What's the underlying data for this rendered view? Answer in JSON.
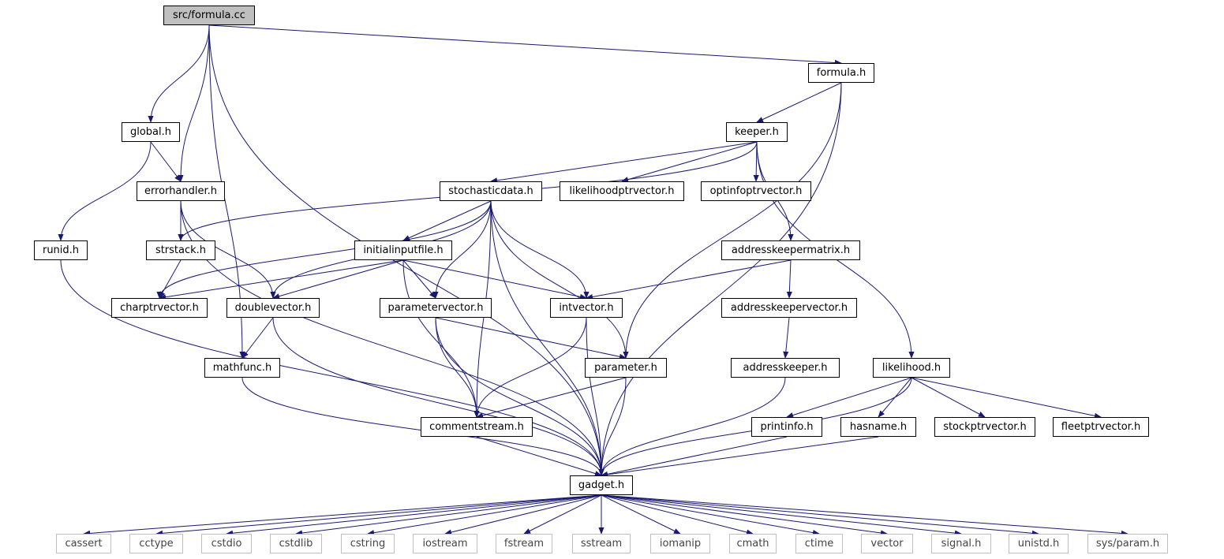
{
  "graph": {
    "edge_color": "#191970",
    "root_fill": "#bfbfbf",
    "system_border": "#bfbfbf",
    "nodes": [
      {
        "id": "formula_cc",
        "label": "src/formula.cc",
        "kind": "root"
      },
      {
        "id": "formula_h",
        "label": "formula.h",
        "kind": "file"
      },
      {
        "id": "global_h",
        "label": "global.h",
        "kind": "file"
      },
      {
        "id": "keeper_h",
        "label": "keeper.h",
        "kind": "file"
      },
      {
        "id": "errorhandler_h",
        "label": "errorhandler.h",
        "kind": "file"
      },
      {
        "id": "stochasticdata_h",
        "label": "stochasticdata.h",
        "kind": "file"
      },
      {
        "id": "likelihoodptrvector_h",
        "label": "likelihoodptrvector.h",
        "kind": "file"
      },
      {
        "id": "optinfoptrvector_h",
        "label": "optinfoptrvector.h",
        "kind": "file"
      },
      {
        "id": "runid_h",
        "label": "runid.h",
        "kind": "file"
      },
      {
        "id": "strstack_h",
        "label": "strstack.h",
        "kind": "file"
      },
      {
        "id": "initialinputfile_h",
        "label": "initialinputfile.h",
        "kind": "file"
      },
      {
        "id": "addresskeepermatrix_h",
        "label": "addresskeepermatrix.h",
        "kind": "file"
      },
      {
        "id": "charptrvector_h",
        "label": "charptrvector.h",
        "kind": "file"
      },
      {
        "id": "doublevector_h",
        "label": "doublevector.h",
        "kind": "file"
      },
      {
        "id": "parametervector_h",
        "label": "parametervector.h",
        "kind": "file"
      },
      {
        "id": "intvector_h",
        "label": "intvector.h",
        "kind": "file"
      },
      {
        "id": "addresskeepervector_h",
        "label": "addresskeepervector.h",
        "kind": "file"
      },
      {
        "id": "mathfunc_h",
        "label": "mathfunc.h",
        "kind": "file"
      },
      {
        "id": "parameter_h",
        "label": "parameter.h",
        "kind": "file"
      },
      {
        "id": "addresskeeper_h",
        "label": "addresskeeper.h",
        "kind": "file"
      },
      {
        "id": "likelihood_h",
        "label": "likelihood.h",
        "kind": "file"
      },
      {
        "id": "commentstream_h",
        "label": "commentstream.h",
        "kind": "file"
      },
      {
        "id": "printinfo_h",
        "label": "printinfo.h",
        "kind": "file"
      },
      {
        "id": "hasname_h",
        "label": "hasname.h",
        "kind": "file"
      },
      {
        "id": "stockptrvector_h",
        "label": "stockptrvector.h",
        "kind": "file"
      },
      {
        "id": "fleetptrvector_h",
        "label": "fleetptrvector.h",
        "kind": "file"
      },
      {
        "id": "gadget_h",
        "label": "gadget.h",
        "kind": "file"
      },
      {
        "id": "cassert",
        "label": "cassert",
        "kind": "system"
      },
      {
        "id": "cctype",
        "label": "cctype",
        "kind": "system"
      },
      {
        "id": "cstdio",
        "label": "cstdio",
        "kind": "system"
      },
      {
        "id": "cstdlib",
        "label": "cstdlib",
        "kind": "system"
      },
      {
        "id": "cstring",
        "label": "cstring",
        "kind": "system"
      },
      {
        "id": "iostream",
        "label": "iostream",
        "kind": "system"
      },
      {
        "id": "fstream",
        "label": "fstream",
        "kind": "system"
      },
      {
        "id": "sstream",
        "label": "sstream",
        "kind": "system"
      },
      {
        "id": "iomanip",
        "label": "iomanip",
        "kind": "system"
      },
      {
        "id": "cmath",
        "label": "cmath",
        "kind": "system"
      },
      {
        "id": "ctime",
        "label": "ctime",
        "kind": "system"
      },
      {
        "id": "vector",
        "label": "vector",
        "kind": "system"
      },
      {
        "id": "signal_h",
        "label": "signal.h",
        "kind": "system"
      },
      {
        "id": "unistd_h",
        "label": "unistd.h",
        "kind": "system"
      },
      {
        "id": "sys_param_h",
        "label": "sys/param.h",
        "kind": "system"
      }
    ],
    "edges": [
      [
        "formula_cc",
        "formula_h"
      ],
      [
        "formula_cc",
        "global_h"
      ],
      [
        "formula_cc",
        "errorhandler_h"
      ],
      [
        "formula_cc",
        "mathfunc_h"
      ],
      [
        "formula_cc",
        "gadget_h"
      ],
      [
        "formula_h",
        "keeper_h"
      ],
      [
        "formula_h",
        "parameter_h"
      ],
      [
        "formula_h",
        "gadget_h"
      ],
      [
        "global_h",
        "errorhandler_h"
      ],
      [
        "global_h",
        "runid_h"
      ],
      [
        "keeper_h",
        "stochasticdata_h"
      ],
      [
        "keeper_h",
        "likelihoodptrvector_h"
      ],
      [
        "keeper_h",
        "optinfoptrvector_h"
      ],
      [
        "keeper_h",
        "strstack_h"
      ],
      [
        "keeper_h",
        "addresskeepermatrix_h"
      ],
      [
        "keeper_h",
        "likelihood_h"
      ],
      [
        "errorhandler_h",
        "strstack_h"
      ],
      [
        "errorhandler_h",
        "doublevector_h"
      ],
      [
        "errorhandler_h",
        "gadget_h"
      ],
      [
        "stochasticdata_h",
        "initialinputfile_h"
      ],
      [
        "stochasticdata_h",
        "charptrvector_h"
      ],
      [
        "stochasticdata_h",
        "doublevector_h"
      ],
      [
        "stochasticdata_h",
        "parametervector_h"
      ],
      [
        "stochasticdata_h",
        "intvector_h"
      ],
      [
        "stochasticdata_h",
        "commentstream_h"
      ],
      [
        "stochasticdata_h",
        "parameter_h"
      ],
      [
        "stochasticdata_h",
        "gadget_h"
      ],
      [
        "runid_h",
        "gadget_h"
      ],
      [
        "strstack_h",
        "charptrvector_h"
      ],
      [
        "initialinputfile_h",
        "charptrvector_h"
      ],
      [
        "initialinputfile_h",
        "doublevector_h"
      ],
      [
        "initialinputfile_h",
        "parametervector_h"
      ],
      [
        "initialinputfile_h",
        "intvector_h"
      ],
      [
        "initialinputfile_h",
        "commentstream_h"
      ],
      [
        "addresskeepermatrix_h",
        "intvector_h"
      ],
      [
        "addresskeepermatrix_h",
        "addresskeepervector_h"
      ],
      [
        "doublevector_h",
        "mathfunc_h"
      ],
      [
        "doublevector_h",
        "gadget_h"
      ],
      [
        "parametervector_h",
        "parameter_h"
      ],
      [
        "parametervector_h",
        "commentstream_h"
      ],
      [
        "parametervector_h",
        "gadget_h"
      ],
      [
        "intvector_h",
        "commentstream_h"
      ],
      [
        "intvector_h",
        "gadget_h"
      ],
      [
        "addresskeepervector_h",
        "addresskeeper_h"
      ],
      [
        "mathfunc_h",
        "gadget_h"
      ],
      [
        "parameter_h",
        "commentstream_h"
      ],
      [
        "parameter_h",
        "gadget_h"
      ],
      [
        "addresskeeper_h",
        "gadget_h"
      ],
      [
        "likelihood_h",
        "printinfo_h"
      ],
      [
        "likelihood_h",
        "hasname_h"
      ],
      [
        "likelihood_h",
        "stockptrvector_h"
      ],
      [
        "likelihood_h",
        "fleetptrvector_h"
      ],
      [
        "likelihood_h",
        "gadget_h"
      ],
      [
        "commentstream_h",
        "gadget_h"
      ],
      [
        "printinfo_h",
        "gadget_h"
      ],
      [
        "hasname_h",
        "gadget_h"
      ],
      [
        "gadget_h",
        "cassert"
      ],
      [
        "gadget_h",
        "cctype"
      ],
      [
        "gadget_h",
        "cstdio"
      ],
      [
        "gadget_h",
        "cstdlib"
      ],
      [
        "gadget_h",
        "cstring"
      ],
      [
        "gadget_h",
        "iostream"
      ],
      [
        "gadget_h",
        "fstream"
      ],
      [
        "gadget_h",
        "sstream"
      ],
      [
        "gadget_h",
        "iomanip"
      ],
      [
        "gadget_h",
        "cmath"
      ],
      [
        "gadget_h",
        "ctime"
      ],
      [
        "gadget_h",
        "vector"
      ],
      [
        "gadget_h",
        "signal_h"
      ],
      [
        "gadget_h",
        "unistd_h"
      ],
      [
        "gadget_h",
        "sys_param_h"
      ]
    ]
  }
}
